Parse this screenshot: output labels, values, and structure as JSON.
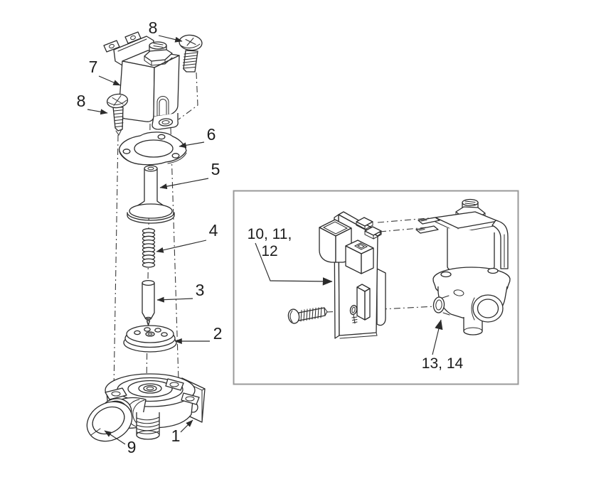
{
  "figure": {
    "type": "exploded-parts-diagram",
    "background": "#ffffff",
    "line_color": "#2b2b2b",
    "inset_border_color": "#9a9a9a"
  },
  "callouts": {
    "screw_upper": "8",
    "solenoid_coil": "7",
    "screw_lower": "8",
    "mounting_flange": "6",
    "plunger_guide": "5",
    "spring": "4",
    "plunger_pin": "3",
    "valve_disc": "2",
    "valve_body": "1",
    "o_ring": "9",
    "inset_bracket_line1": "10, 11,",
    "inset_bracket_line2": "12",
    "inset_valve_assembly": "13, 14"
  }
}
